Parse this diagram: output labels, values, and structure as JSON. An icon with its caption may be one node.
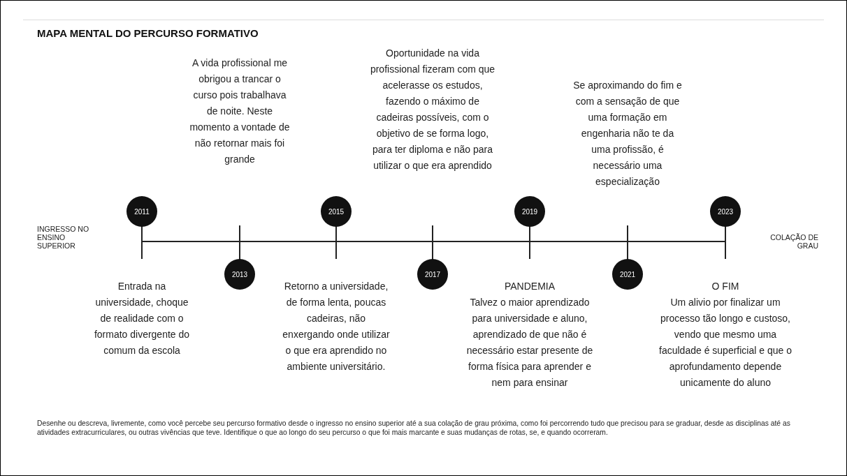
{
  "diagram": {
    "title": "MAPA MENTAL DO PERCURSO FORMATIVO",
    "nodes": [
      {
        "text": [
          "2011"
        ]
      },
      {
        "text": [
          "2013"
        ]
      },
      {
        "text": [
          "2015"
        ]
      },
      {
        "text": [
          "2017"
        ]
      },
      {
        "text": [
          "2019"
        ]
      },
      {
        "text": [
          "2021"
        ]
      },
      {
        "text": [
          "2023"
        ]
      }
    ],
    "labels": [
      "INGRESSO NO ENSINO SUPERIOR",
      "Entrada na universidade, choque de realidade com o formato divergente do comum da escola",
      "A vida profissional me obrigou a trancar o curso pois trabalhava de noite. Neste momento a vontade de não retornar mais foi grande",
      "Retorno a universidade, de forma lenta, poucas cadeiras, não enxergando onde utilizar o que era aprendido no ambiente universitário.",
      "Oportunidade na vida profissional fizeram com que acelerasse os estudos, fazendo o máximo de cadeiras possíveis, com o objetivo de se forma logo, para ter diploma e não para utilizar o que era aprendido",
      "PANDEMIA",
      "Talvez o maior aprendizado para universidade e aluno, aprendizado de que não é necessário estar presente de forma física para aprender e nem para ensinar",
      "Se aproximando do fim e com a sensação de que uma formação em engenharia não te da uma profissão, é necessário uma especialização",
      "O FIM",
      "Um alivio por finalizar um processo tão longo e custoso, vendo que mesmo uma faculdade é superficial e que o aprofundamento depende unicamente do aluno",
      "COLAÇÃO DE GRAU"
    ],
    "caption": "Desenhe ou descreva, livremente, como você percebe seu percurso formativo desde o ingresso no ensino superior até a sua colação de grau próxima, como foi percorrendo tudo que precisou para se graduar, desde as disciplinas até as atividades extracurriculares, ou outras vivências que teve. Identifique o que ao longo do seu percurso o que foi mais marcante e suas mudanças de rotas, se, e quando ocorreram."
  }
}
